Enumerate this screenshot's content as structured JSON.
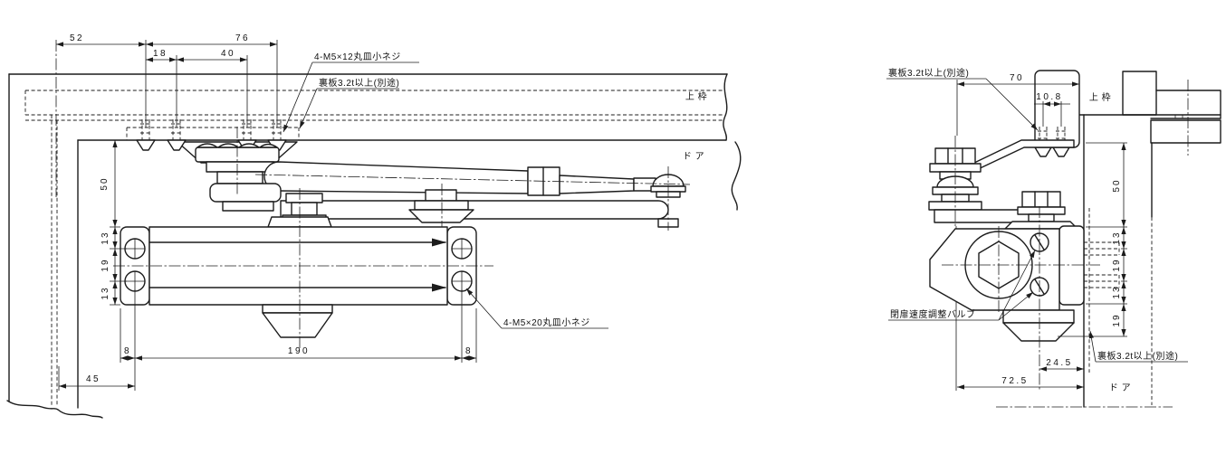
{
  "drawing": {
    "front_view": {
      "dims": {
        "bracket_offset": "52",
        "bracket_width": "76",
        "hole_left": "18",
        "hole_right": "40",
        "frame_to_body": "50",
        "body_top": "13",
        "body_mid": "19",
        "body_bot": "13",
        "plate_left": "8",
        "body_length": "190",
        "plate_right": "8",
        "door_edge": "45"
      },
      "labels": {
        "frame": "上 枠",
        "door": "ド ア",
        "screw_top": "4-M5×12丸皿小ネジ",
        "backplate": "裏板3.2t以上(別途)",
        "screw_body": "4-M5×20丸皿小ネジ"
      }
    },
    "side_view": {
      "dims": {
        "plate_offset": "70",
        "hole_pitch": "10.8",
        "frame_to_body": "50",
        "body_top": "13",
        "body_mid": "19",
        "body_bot": "13",
        "body_lower": "19",
        "spindle_to_door": "24.5",
        "pivot_to_door": "72.5"
      },
      "labels": {
        "frame": "上 枠",
        "door": "ド ア",
        "backplate_top": "裏板3.2t以上(別途)",
        "backplate_bottom": "裏板3.2t以上(別途)",
        "valve": "閉扉速度調整バルブ"
      }
    }
  }
}
